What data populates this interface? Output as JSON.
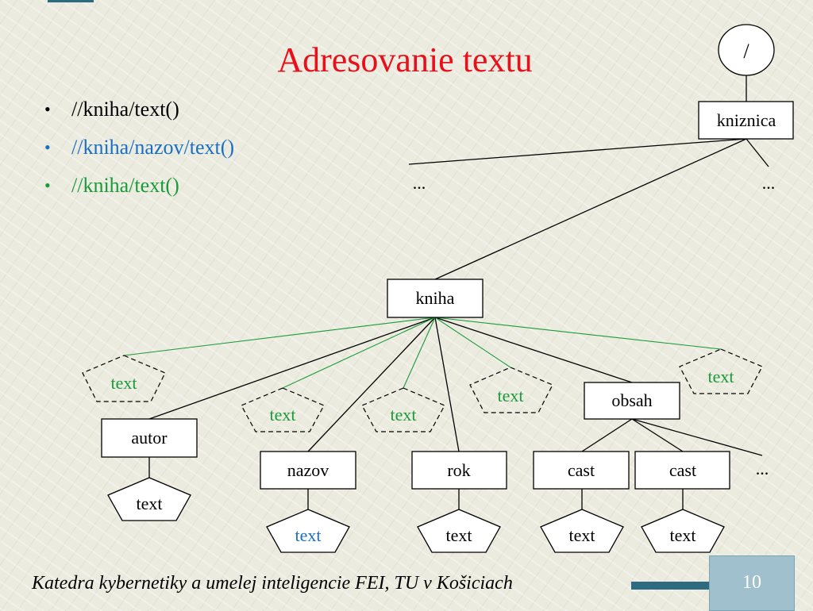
{
  "title": "Adresovanie textu",
  "bullets": [
    {
      "text": "//kniha/text()",
      "color": "#000000"
    },
    {
      "text": "//kniha/nazov/text()",
      "color": "#1a6fc4"
    },
    {
      "text": "//kniha/text()",
      "color": "#1a9a3a"
    }
  ],
  "nodes": {
    "root": "/",
    "kniznica": "kniznica",
    "kniha": "kniha",
    "autor": "autor",
    "nazov": "nazov",
    "rok": "rok",
    "obsah": "obsah",
    "cast1": "cast",
    "cast2": "cast",
    "ellipsis_left": "...",
    "ellipsis_right": "...",
    "ellipsis_obsah": "..."
  },
  "text_nodes": {
    "green1": "text",
    "green2": "text",
    "green3": "text",
    "green4": "text",
    "green5": "text",
    "autor_text": "text",
    "nazov_text": "text",
    "rok_text": "text",
    "cast1_text": "text",
    "cast2_text": "text"
  },
  "colors": {
    "title": "#e8101a",
    "green": "#1a9a3a",
    "blue": "#1a6fc4",
    "accent": "#2e6b80"
  },
  "footer": {
    "text": "Katedra kybernetiky a umelej inteligencie FEI, TU v Košiciach",
    "page_number": "10"
  }
}
